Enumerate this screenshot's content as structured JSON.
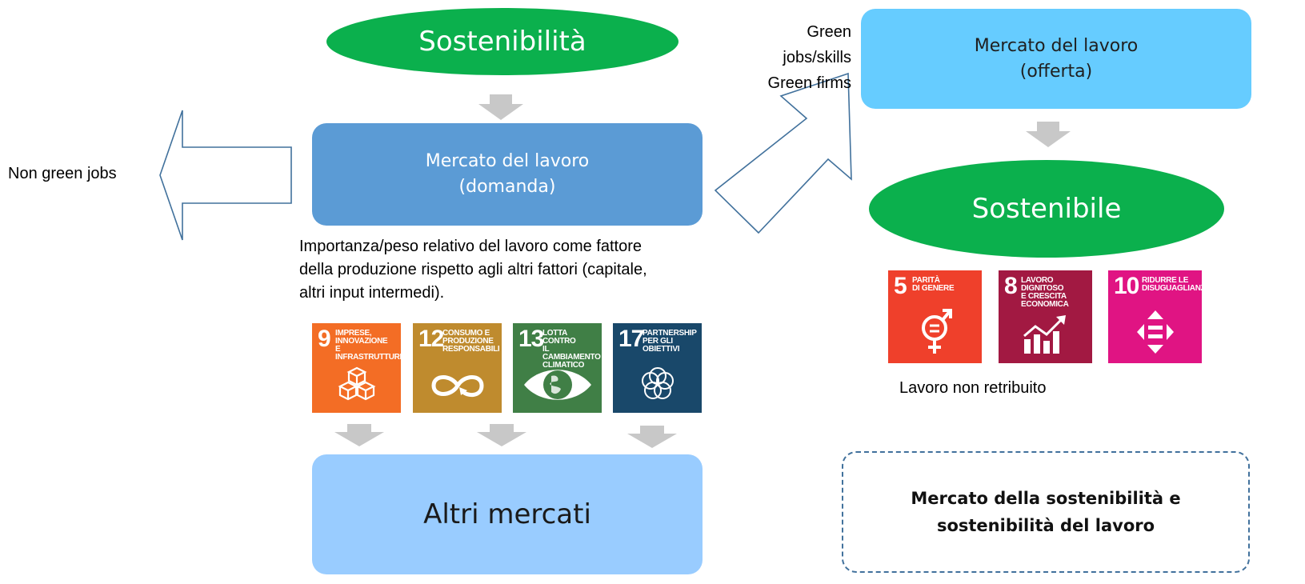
{
  "nodes": {
    "sostenibilita": "Sostenibilità",
    "demand_line1": "Mercato del lavoro",
    "demand_line2": "(domanda)",
    "supply_line1": "Mercato del lavoro",
    "supply_line2": "(offerta)",
    "sostenibile": "Sostenibile",
    "altri_mercati": "Altri mercati",
    "summary_line1": "Mercato della sostenibilità e",
    "summary_line2": "sostenibilità del lavoro"
  },
  "labels": {
    "non_green": "Non green jobs",
    "green_1": "Green",
    "green_2": "jobs/skills",
    "green_3": "Green firms",
    "importance_1": "Importanza/peso relativo del lavoro come fattore",
    "importance_2": "della produzione rispetto agli altri fattori (capitale,",
    "importance_3": "altri input intermedi).",
    "unpaid": "Lavoro non retribuito"
  },
  "sdg_left": [
    {
      "number": "9",
      "label_1": "Imprese,",
      "label_2": "innovazione",
      "label_3": "e infrastrutture",
      "color": "#f36d25",
      "icon": "cubes-icon"
    },
    {
      "number": "12",
      "label_1": "Consumo e",
      "label_2": "produzione",
      "label_3": "responsabili",
      "color": "#bf8b2e",
      "icon": "infinity-icon"
    },
    {
      "number": "13",
      "label_1": "Lotta contro",
      "label_2": "il cambiamento",
      "label_3": "climatico",
      "color": "#407f46",
      "icon": "eye-globe-icon"
    },
    {
      "number": "17",
      "label_1": "Partnership",
      "label_2": "per gli obiettivi",
      "label_3": "",
      "color": "#19486a",
      "icon": "rings-icon"
    }
  ],
  "sdg_right": [
    {
      "number": "5",
      "label_1": "Parità",
      "label_2": "di genere",
      "label_3": "",
      "color": "#ef402b",
      "icon": "gender-icon"
    },
    {
      "number": "8",
      "label_1": "Lavoro dignitoso",
      "label_2": "e crescita",
      "label_3": "economica",
      "color": "#a21942",
      "icon": "growth-chart-icon"
    },
    {
      "number": "10",
      "label_1": "Ridurre le",
      "label_2": "disuguaglianze",
      "label_3": "",
      "color": "#e01483",
      "icon": "equality-arrows-icon"
    }
  ],
  "colors": {
    "green": "#0bb04d",
    "demand_box": "#5b9bd5",
    "supply_box": "#66ccff",
    "altri_box": "#99ccff",
    "gray_arrow": "#c8c8c8",
    "outline_arrow": "#41719c"
  }
}
